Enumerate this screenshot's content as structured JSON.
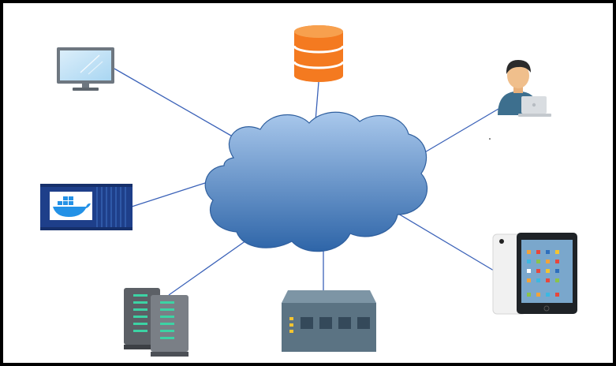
{
  "diagram": {
    "hub": {
      "name": "cloud",
      "color_top": "#a9c8ec",
      "color_bottom": "#2e65a8"
    },
    "link_color": "#3b62b8",
    "nodes": [
      {
        "id": "monitor",
        "icon": "monitor-icon"
      },
      {
        "id": "database",
        "icon": "database-icon",
        "color": "#f47a20"
      },
      {
        "id": "user",
        "icon": "user-laptop-icon"
      },
      {
        "id": "container",
        "icon": "docker-container-icon",
        "color": "#1e3f8a"
      },
      {
        "id": "tablet",
        "icon": "tablet-phone-icon"
      },
      {
        "id": "servers",
        "icon": "server-rack-icon"
      },
      {
        "id": "switch",
        "icon": "network-switch-icon",
        "color": "#5b7383"
      }
    ]
  }
}
